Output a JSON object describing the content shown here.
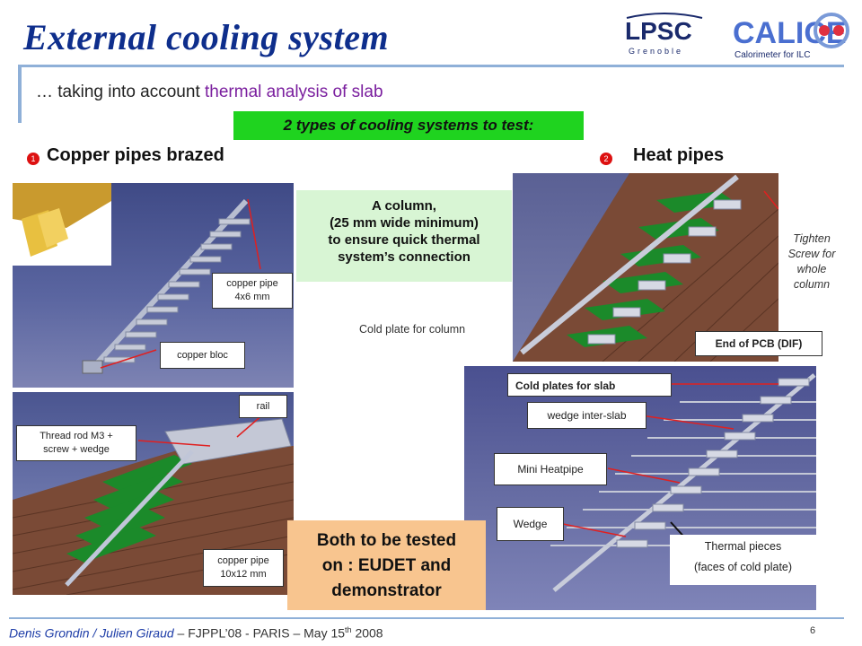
{
  "title": "External cooling system",
  "subtitle": {
    "prefix": "… taking into account ",
    "highlight": "thermal analysis of slab"
  },
  "banner": "2 types of cooling systems to test:",
  "logos": {
    "lpsc_main": "LPSC",
    "lpsc_sub": "Grenoble",
    "calice_main": "CALICE",
    "calice_sub": "Calorimeter for ILC"
  },
  "left_section": {
    "number": "1",
    "heading": "Copper pipes brazed",
    "labels": {
      "copper_pipe_small": [
        "copper pipe",
        "4x6 mm"
      ],
      "copper_bloc": "copper bloc",
      "rail": "rail",
      "thread_rod": [
        "Thread rod M3 +",
        "screw + wedge"
      ],
      "copper_pipe_large": [
        "copper pipe",
        "10x12 mm"
      ]
    }
  },
  "right_section": {
    "number": "2",
    "heading": "Heat pipes",
    "labels": {
      "tighten": [
        "Tighten",
        "Screw for",
        "whole",
        "column"
      ],
      "cold_plate_column": "Cold plate for column",
      "end_pcb": "End of PCB (DIF)",
      "cold_plates_slab": "Cold plates for slab",
      "wedge_inter_slab": "wedge inter-slab",
      "mini_heatpipe": "Mini Heatpipe",
      "wedge": "Wedge",
      "thermal_pieces": [
        "Thermal pieces",
        "(faces of cold plate)"
      ]
    }
  },
  "column_note": [
    "A column,",
    "(25 mm wide minimum)",
    " to ensure quick thermal",
    "system’s connection"
  ],
  "conclusion": [
    "Both to be tested",
    "on : EUDET and",
    "demonstrator"
  ],
  "footer": {
    "names": "Denis Grondin / Julien Giraud",
    "event": " – FJPPL’08 - PARIS – May 15",
    "sup": "th",
    "year": " 2008"
  },
  "page_number": "6",
  "colors": {
    "title": "#0e2e8c",
    "accent_bar": "#8fb0d8",
    "banner": "#1fd31f",
    "conclusion_bg": "#f8c58f",
    "column_note_bg": "#d8f5d4"
  }
}
